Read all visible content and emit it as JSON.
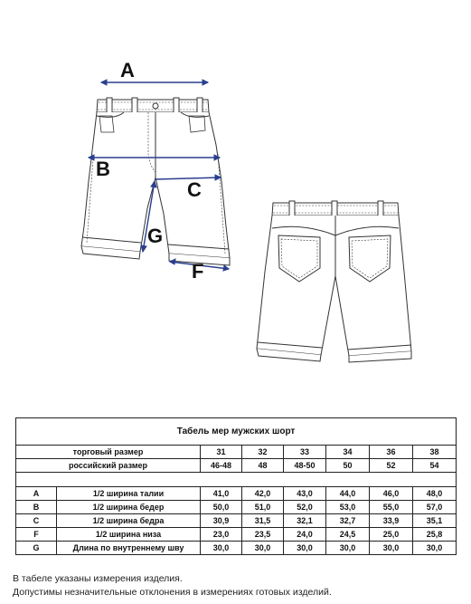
{
  "diagram": {
    "labels": {
      "a": "A",
      "b": "B",
      "c": "C",
      "f": "F",
      "g": "G"
    }
  },
  "table": {
    "title": "Табель мер мужских шорт",
    "size_row": {
      "label": "торговый размер",
      "values": [
        "31",
        "32",
        "33",
        "34",
        "36",
        "38"
      ]
    },
    "ru_row": {
      "label": "российский размер",
      "values": [
        "46-48",
        "48",
        "48-50",
        "50",
        "52",
        "54"
      ]
    },
    "rows": [
      {
        "code": "A",
        "name": "1/2 ширина талии",
        "values": [
          "41,0",
          "42,0",
          "43,0",
          "44,0",
          "46,0",
          "48,0"
        ]
      },
      {
        "code": "B",
        "name": "1/2 ширина бедер",
        "values": [
          "50,0",
          "51,0",
          "52,0",
          "53,0",
          "55,0",
          "57,0"
        ]
      },
      {
        "code": "C",
        "name": "1/2 ширина бедра",
        "values": [
          "30,9",
          "31,5",
          "32,1",
          "32,7",
          "33,9",
          "35,1"
        ]
      },
      {
        "code": "F",
        "name": "1/2 ширина низа",
        "values": [
          "23,0",
          "23,5",
          "24,0",
          "24,5",
          "25,0",
          "25,8"
        ]
      },
      {
        "code": "G",
        "name": "Длина по внутреннему шву",
        "values": [
          "30,0",
          "30,0",
          "30,0",
          "30,0",
          "30,0",
          "30,0"
        ]
      }
    ]
  },
  "notes": {
    "line1": "В табеле указаны измерения изделия.",
    "line2": "Допустимы незначительные отклонения в измерениях готовых изделий."
  }
}
